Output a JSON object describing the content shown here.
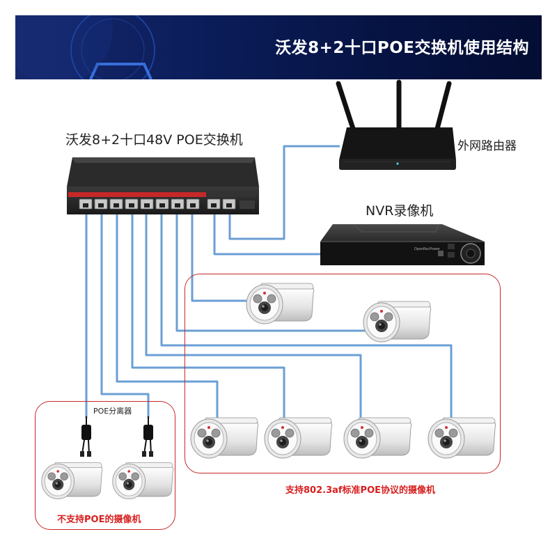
{
  "banner": {
    "title": "沃发8+2十口POE交换机使用结构"
  },
  "switch": {
    "label": "沃发8+2十口48V POE交换机"
  },
  "router": {
    "label": "外网路由器"
  },
  "nvr": {
    "label": "NVR录像机",
    "buttons": [
      "Open",
      "Rec",
      "Power"
    ]
  },
  "splitter": {
    "label": "POE分离器"
  },
  "groups": {
    "poe_caption": "支持802.3af标准POE协议的摄像机",
    "nonpoe_caption": "不支持POE的摄像机"
  },
  "colors": {
    "banner_bg": "#0b1d5a",
    "cable": "#6a9fd4",
    "group_border": "#c62828",
    "caption": "#d81e1e",
    "switch_red_strip": "#c62828"
  }
}
